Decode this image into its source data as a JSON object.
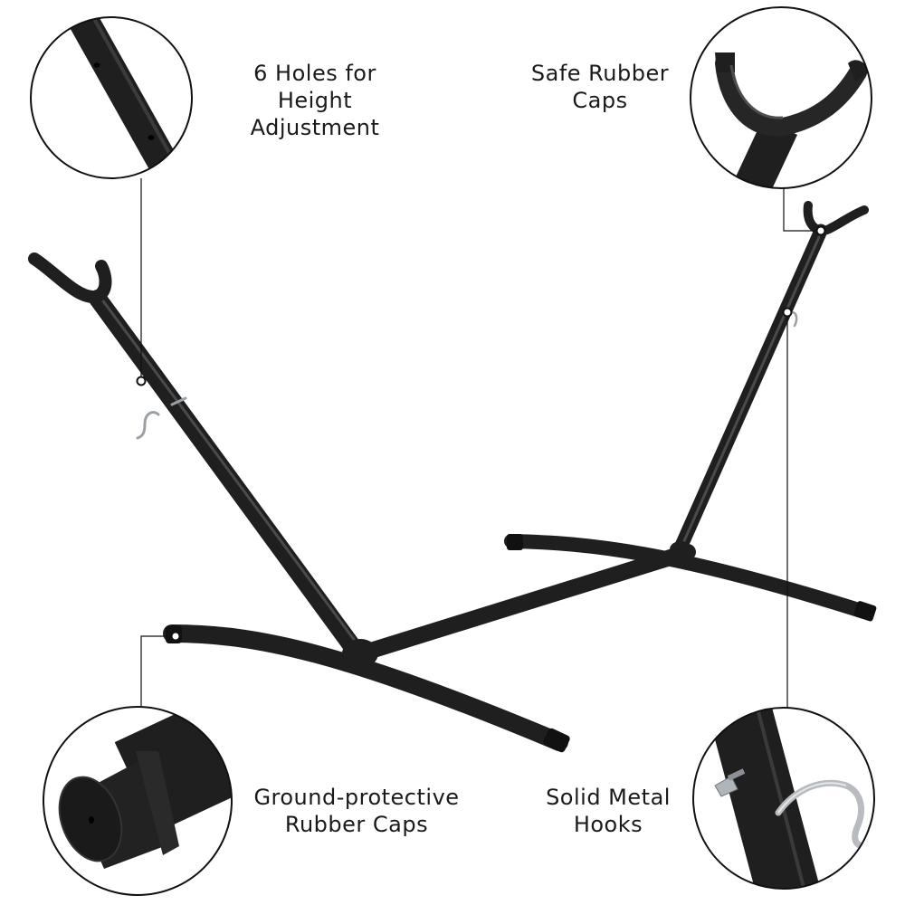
{
  "callouts": {
    "height_adjustment": "6 Holes for\nHeight\nAdjustment",
    "safe_caps": "Safe Rubber\nCaps",
    "ground_caps": "Ground-protective\nRubber Caps",
    "metal_hooks": "Solid Metal\nHooks"
  },
  "colors": {
    "frame": "#1f1f1f",
    "frame_highlight": "#4a4a4a",
    "circle_stroke": "#111111",
    "hook_metal": "#b8bcc0"
  },
  "icons": {
    "product": "hammock-stand-illustration"
  }
}
